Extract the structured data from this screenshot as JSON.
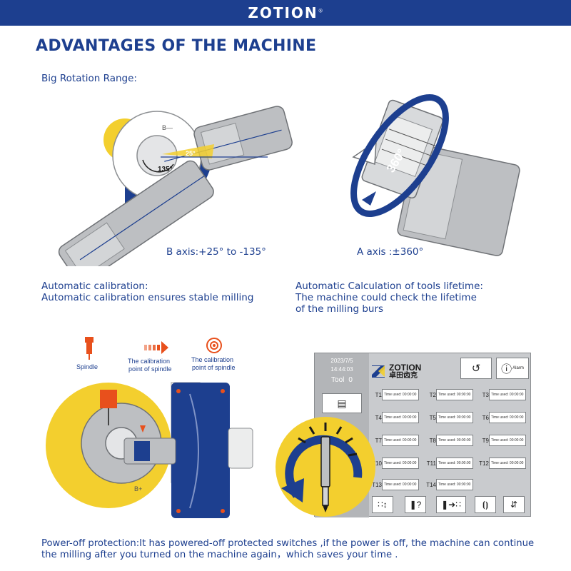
{
  "header": {
    "brand": "ZOTION",
    "trademark": "®"
  },
  "page_title": "ADVANTAGES OF THE MACHINE",
  "rotation": {
    "title": "Big Rotation Range:",
    "b_axis": "B axis:+25° to -135°",
    "a_axis": "A axis :±360°",
    "angle_plus": "25°",
    "angle_minus": "135°",
    "angle_a": "360°",
    "axis_tag": "B—"
  },
  "calibration": {
    "title": "Automatic calibration:",
    "desc": "Automatic calibration ensures stable milling",
    "spindle_label": "Spindle",
    "point_label_1": "The  calibration",
    "point_label_1b": "point of spindle",
    "point_label_2": "The  calibration",
    "point_label_2b": "point of spindle",
    "axis_tag": "B+"
  },
  "lifetime": {
    "title": "Automatic Calculation of tools lifetime:",
    "desc1": "The machine could check the lifetime",
    "desc2": "of the milling burs"
  },
  "panel": {
    "date": "2023/7/5",
    "time": "14:44:03",
    "tool_label": "Tool",
    "tool_value": "0",
    "logo_text": "ZOTION",
    "logo_sub": "卓田齿克",
    "alarm_label": "Alarm",
    "time_used": "Time used:  00:00:00",
    "slots": [
      "T1",
      "T2",
      "T3",
      "T4",
      "T5",
      "T6",
      "T7",
      "T8",
      "T9",
      "T10",
      "T11",
      "T12",
      "T13",
      "T14"
    ]
  },
  "power_off": {
    "line1": "Power-off protection:It has powered-off protected switches ,if the power is off, the machine can continue",
    "line2": "the milling after you turned on the machine again，which saves your time ."
  },
  "colors": {
    "brand_blue": "#1d3f8f",
    "accent_yellow": "#f3cf2e",
    "accent_orange": "#e8501c",
    "steel_gray": "#bdbfc2"
  },
  "icons": [
    "refresh-icon",
    "alarm-icon",
    "document-icon",
    "spindle-icon",
    "arrow-right-icon",
    "target-icon",
    "rotate-arrow-icon",
    "drill-bit-icon"
  ]
}
